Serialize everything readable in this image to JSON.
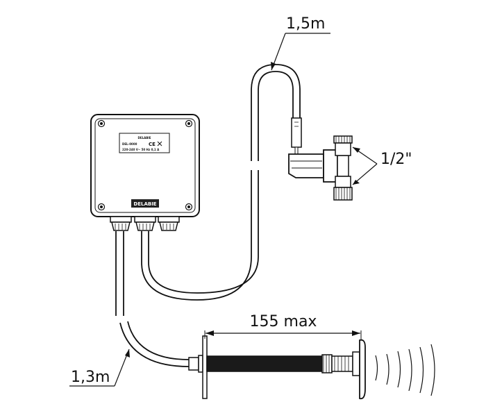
{
  "labels": {
    "cable_valve": "1,5m",
    "thread": "1/2\"",
    "sensor_length": "155 max",
    "cable_sensor": "1,3m"
  },
  "box_plate": {
    "brand": "DELABIE",
    "code": "DEL-0000",
    "ratings": "220-240 V~   50 Hz   0,1 A"
  },
  "brand_tag": "DELABIE"
}
